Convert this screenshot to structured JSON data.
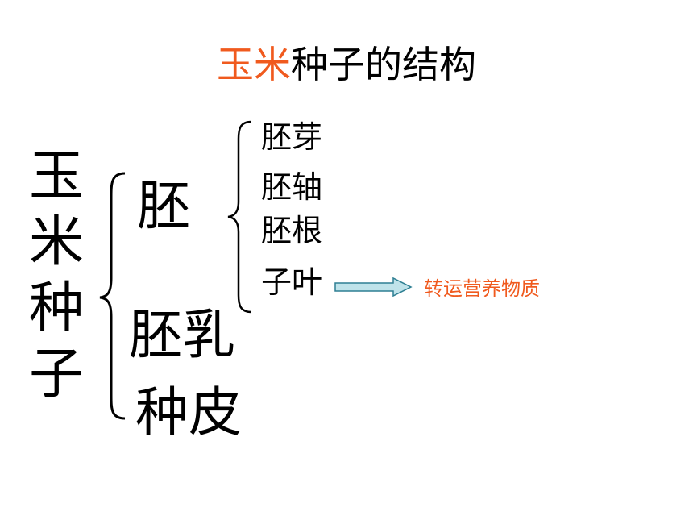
{
  "title": {
    "highlight": "玉米",
    "rest": "种子的结构",
    "highlight_color": "#f05a1e"
  },
  "root": {
    "chars": [
      "玉",
      "米",
      "种",
      "子"
    ]
  },
  "level1": {
    "embryo": "胚",
    "endosperm": "胚乳",
    "seed_coat": "种皮"
  },
  "level2": {
    "plumule": "胚芽",
    "hypocotyl": "胚轴",
    "radicle": "胚根",
    "cotyledon": "子叶"
  },
  "annotation": {
    "text": "转运营养物质",
    "color": "#f05a1e"
  },
  "arrow": {
    "fill": "#bfe3ea",
    "stroke": "#2e7f93"
  }
}
